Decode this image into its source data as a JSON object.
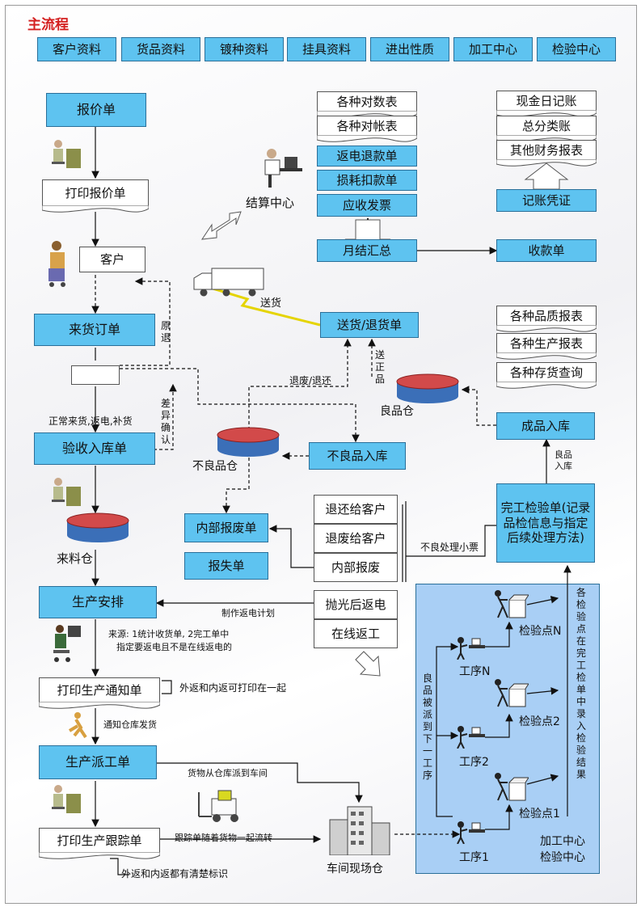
{
  "title": "主流程",
  "top_menu": [
    "客户资料",
    "货品资料",
    "镀种资料",
    "挂具资料",
    "进出性质",
    "加工中心",
    "检验中心"
  ],
  "boxes": {
    "quote": "报价单",
    "print_quote": "打印报价单",
    "customer": "客户",
    "incoming_order": "来货订单",
    "receive_stock": "验收入库单",
    "incoming_warehouse": "来料仓",
    "production_plan": "生产安排",
    "print_notice": "打印生产通知单",
    "dispatch": "生产派工单",
    "print_track": "打印生产跟踪单",
    "settlement_center": "结算中心",
    "recon_tables": "各种对数表",
    "account_tables": "各种对帐表",
    "refund": "返电退款单",
    "loss_deduct": "损耗扣款单",
    "invoice": "应收发票",
    "monthly": "月结汇总",
    "cash_journal": "现金日记账",
    "ledger": "总分类账",
    "other_fin": "其他财务报表",
    "voucher": "记账凭证",
    "receipt": "收款单",
    "delivery": "送货/退货单",
    "quality_report": "各种品质报表",
    "production_report": "各种生产报表",
    "inventory_query": "各种存货查询",
    "good_warehouse": "良品仓",
    "finished_in": "成品入库",
    "bad_warehouse": "不良品仓",
    "bad_in": "不良品入库",
    "internal_scrap_form": "内部报废单",
    "loss_form": "报失单",
    "return_customer": "退还给客户",
    "scrap_customer": "退废给客户",
    "internal_scrap": "内部报废",
    "polish_return": "抛光后返电",
    "online_rework": "在线返工",
    "final_inspection": "完工检验单(记录品检信息与指定后续处理方法)",
    "workshop_warehouse": "车间现场仓"
  },
  "labels": {
    "ship": "送货",
    "return_orig": "原退",
    "normal_flow": "正常来货,返电,补货",
    "diff_confirm": "差异确认",
    "scrap_return": "退废/退还",
    "send_good": "送正品",
    "good_in": "良品入库",
    "bad_ticket": "不良处理小票",
    "rework_plan": "制作返电计划",
    "source_note_1": "来源: 1统计收货单, 2完工单中",
    "source_note_2": "指定要返电且不是在线返电的",
    "print_together": "外返和内返可打印在一起",
    "notify_warehouse": "通知仓库发货",
    "goods_to_workshop": "货物从仓库派到车间",
    "track_with_goods": "跟踪单随着货物一起流转",
    "clear_mark": "外返和内返都有清楚标识",
    "good_to_next": "良品被派到下一工序",
    "inspection_note": "各检验点在完工检单中录入检验结果",
    "process_n": "工序N",
    "process_2": "工序2",
    "process_1": "工序1",
    "checkpoint_n": "检验点N",
    "checkpoint_2": "检验点2",
    "checkpoint_1": "检验点1",
    "panel_title_1": "加工中心",
    "panel_title_2": "检验中心"
  },
  "colors": {
    "box_fill": "#5ec3f0",
    "panel_fill": "#a9cff5",
    "title": "#d42020"
  }
}
